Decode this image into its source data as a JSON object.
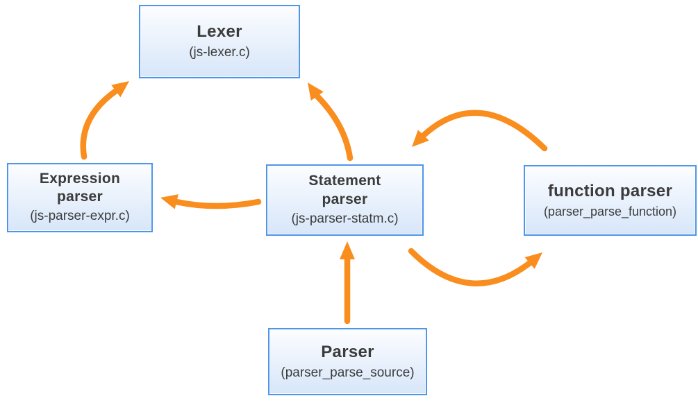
{
  "colors": {
    "arrow": "#F98D1E",
    "box_border": "#4E96E8",
    "box_fill_top": "#FCFDFF",
    "box_fill_bottom": "#D7E6F9",
    "text": "#3B3B3B",
    "background": "#FFFFFF"
  },
  "nodes": {
    "lexer": {
      "title": "Lexer",
      "subtitle": "(js-lexer.c)"
    },
    "expression_parser": {
      "title": "Expression\nparser",
      "subtitle": "(js-parser-expr.c)"
    },
    "statement_parser": {
      "title": "Statement\nparser",
      "subtitle": "(js-parser-statm.c)"
    },
    "function_parser": {
      "title": "function parser",
      "subtitle": "(parser_parse_function)"
    },
    "parser": {
      "title": "Parser",
      "subtitle": "(parser_parse_source)"
    }
  },
  "edges": [
    {
      "from": "expression_parser",
      "to": "lexer"
    },
    {
      "from": "statement_parser",
      "to": "lexer"
    },
    {
      "from": "statement_parser",
      "to": "expression_parser"
    },
    {
      "from": "function_parser",
      "to": "statement_parser"
    },
    {
      "from": "statement_parser",
      "to": "function_parser"
    },
    {
      "from": "parser",
      "to": "statement_parser"
    }
  ]
}
